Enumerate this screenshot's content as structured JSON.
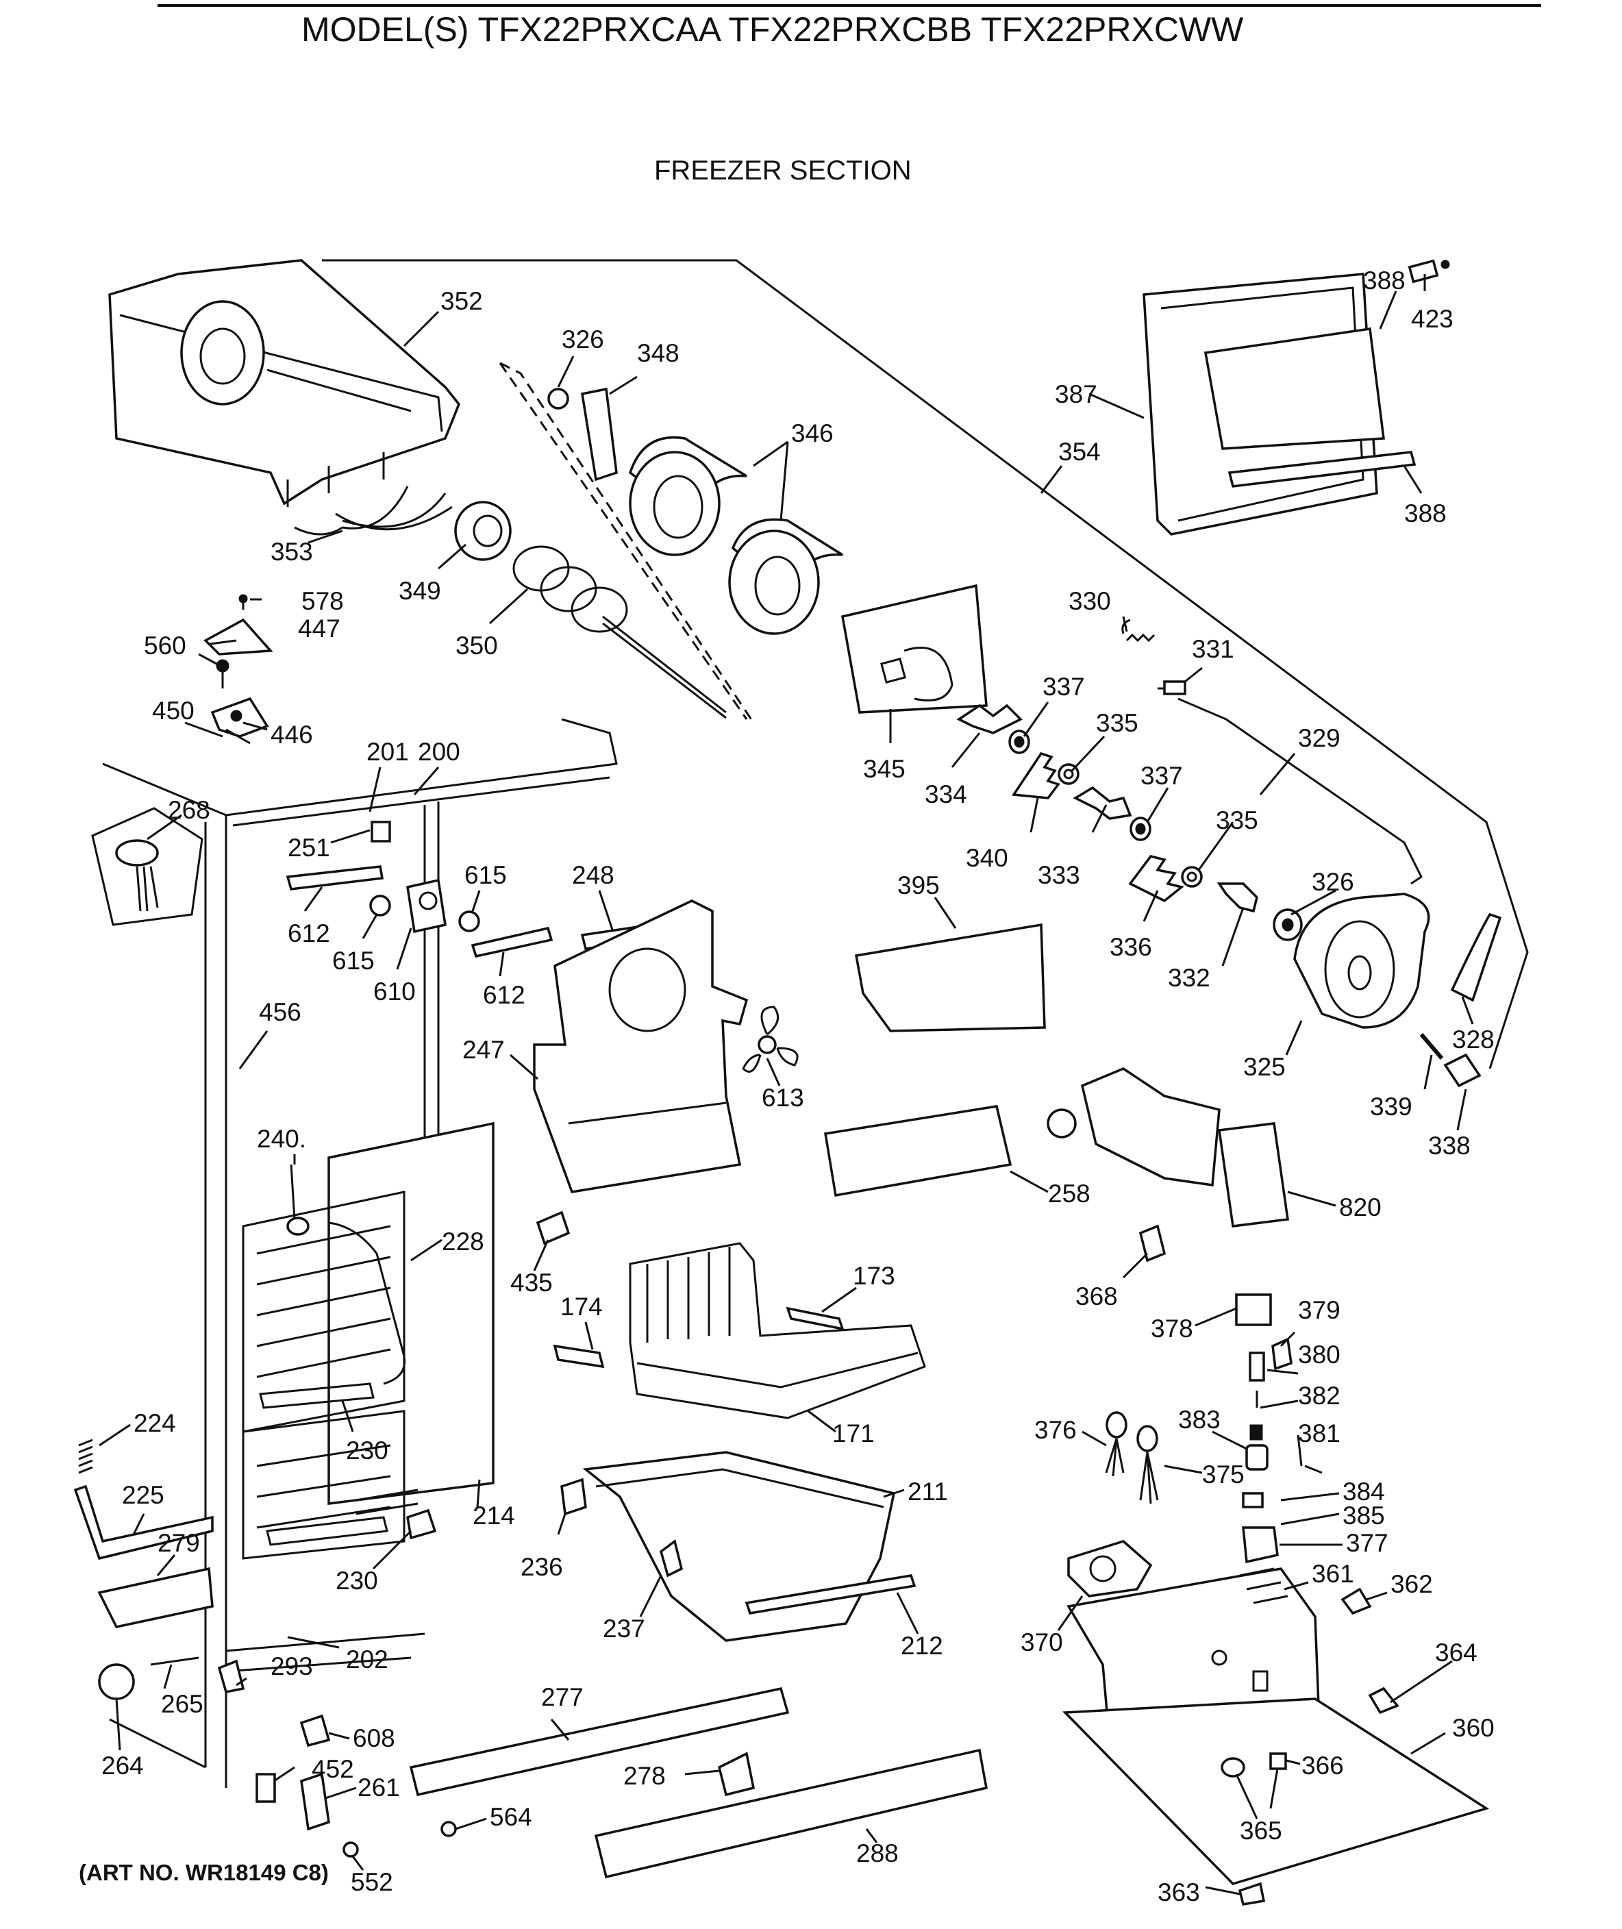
{
  "header": {
    "title": "MODEL(S) TFX22PRXCAA  TFX22PRXCBB  TFX22PRXCWW",
    "section": "FREEZER SECTION"
  },
  "footer": {
    "art_no": "(ART NO. WR18149 C8)"
  },
  "labels": {
    "p352": "352",
    "p326a": "326",
    "p348": "348",
    "p346": "346",
    "p388a": "388",
    "p423": "423",
    "p387": "387",
    "p354": "354",
    "p388b": "388",
    "p353": "353",
    "p349": "349",
    "p578": "578",
    "p560": "560",
    "p447": "447",
    "p350": "350",
    "p330": "330",
    "p331": "331",
    "p337a": "337",
    "p450": "450",
    "p446": "446",
    "p201": "201",
    "p200": "200",
    "p345": "345",
    "p334": "334",
    "p335a": "335",
    "p329": "329",
    "p268": "268",
    "p251": "251",
    "p615a": "615",
    "p248": "248",
    "p340": "340",
    "p333": "333",
    "p337b": "337",
    "p335b": "335",
    "p326b": "326",
    "p612a": "612",
    "p615b": "615",
    "p610": "610",
    "p612b": "612",
    "p395": "395",
    "p336": "336",
    "p332": "332",
    "p328": "328",
    "p456": "456",
    "p247": "247",
    "p613": "613",
    "p325": "325",
    "p339": "339",
    "p338": "338",
    "p240": "240.",
    "p228": "228",
    "p258": "258",
    "p820": "820",
    "p435": "435",
    "p174": "174",
    "p173": "173",
    "p368": "368",
    "p378": "378",
    "p379": "379",
    "p380": "380",
    "p382": "382",
    "p224": "224",
    "p230a": "230",
    "p171": "171",
    "p376": "376",
    "p383": "383",
    "p381": "381",
    "p375": "375",
    "p225": "225",
    "p214": "214",
    "p211": "211",
    "p384": "384",
    "p385": "385",
    "p279": "279",
    "p236": "236",
    "p377": "377",
    "p230b": "230",
    "p361": "361",
    "p362": "362",
    "p237": "237",
    "p212": "212",
    "p370": "370",
    "p202": "202",
    "p293": "293",
    "p364": "364",
    "p265": "265",
    "p277": "277",
    "p264": "264",
    "p608": "608",
    "p360": "360",
    "p452": "452",
    "p278": "278",
    "p366": "366",
    "p261": "261",
    "p564": "564",
    "p365": "365",
    "p288": "288",
    "p552": "552",
    "p363": "363"
  }
}
